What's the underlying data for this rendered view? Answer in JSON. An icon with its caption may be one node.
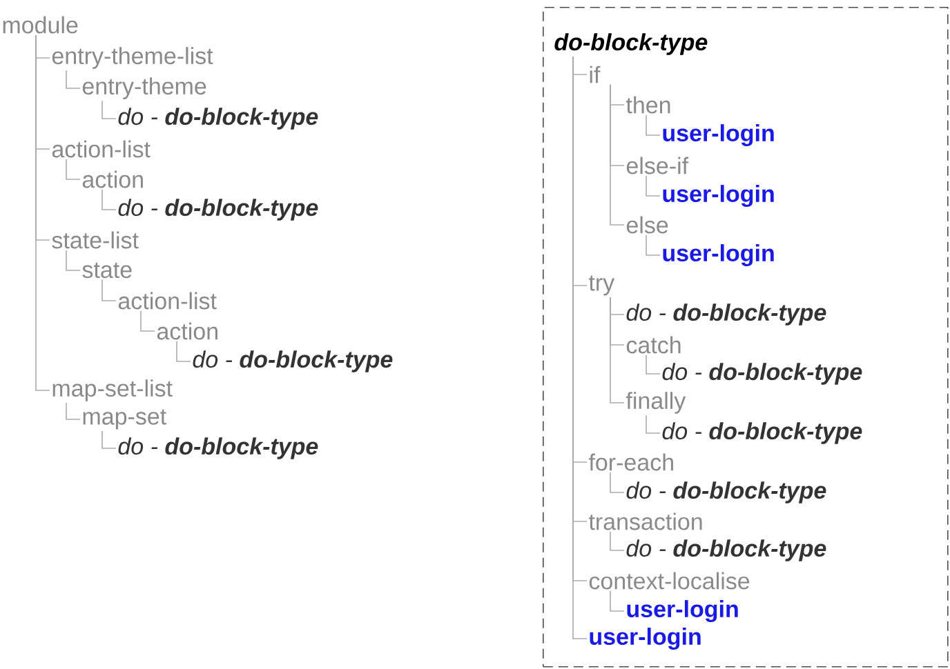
{
  "diagram": {
    "nodes": [
      {
        "text": [
          "module"
        ]
      },
      {
        "text": [
          "entry-theme-list"
        ]
      },
      {
        "text": [
          "entry-theme"
        ]
      },
      {
        "text": [
          "do - **do-block-type**"
        ]
      },
      {
        "text": [
          "action-list"
        ]
      },
      {
        "text": [
          "action"
        ]
      },
      {
        "text": [
          "do - **do-block-type**"
        ]
      },
      {
        "text": [
          "state-list"
        ]
      },
      {
        "text": [
          "state"
        ]
      },
      {
        "text": [
          "action-list"
        ]
      },
      {
        "text": [
          "action"
        ]
      },
      {
        "text": [
          "do - **do-block-type**"
        ]
      },
      {
        "text": [
          "map-set-list"
        ]
      },
      {
        "text": [
          "map-set"
        ]
      },
      {
        "text": [
          "do - **do-block-type**"
        ]
      },
      {
        "text": [],
        "shape": "box"
      },
      {
        "text": [
          "do-block-type"
        ],
        "in": 15
      },
      {
        "text": [
          "if"
        ],
        "in": 15
      },
      {
        "text": [
          "then"
        ],
        "in": 15
      },
      {
        "text": [
          "user-login"
        ],
        "in": 15
      },
      {
        "text": [
          "else-if"
        ],
        "in": 15
      },
      {
        "text": [
          "user-login"
        ],
        "in": 15
      },
      {
        "text": [
          "else"
        ],
        "in": 15
      },
      {
        "text": [
          "user-login"
        ],
        "in": 15
      },
      {
        "text": [
          "try"
        ],
        "in": 15
      },
      {
        "text": [
          "do - **do-block-type**"
        ],
        "in": 15
      },
      {
        "text": [
          "catch"
        ],
        "in": 15
      },
      {
        "text": [
          "do - **do-block-type**"
        ],
        "in": 15
      },
      {
        "text": [
          "finally"
        ],
        "in": 15
      },
      {
        "text": [
          "do - **do-block-type**"
        ],
        "in": 15
      },
      {
        "text": [
          "for-each"
        ],
        "in": 15
      },
      {
        "text": [
          "do - **do-block-type**"
        ],
        "in": 15
      },
      {
        "text": [
          "transaction"
        ],
        "in": 15
      },
      {
        "text": [
          "do - **do-block-type**"
        ],
        "in": 15
      },
      {
        "text": [
          "context-localise"
        ],
        "in": 15
      },
      {
        "text": [
          "user-login"
        ],
        "in": 15
      },
      {
        "text": [
          "user-login"
        ],
        "in": 15
      }
    ],
    "edges": [
      {
        "from": 0,
        "to": 1,
        "arrow": "none"
      },
      {
        "from": 1,
        "to": 2,
        "arrow": "none"
      },
      {
        "from": 2,
        "to": 3,
        "arrow": "none"
      },
      {
        "from": 0,
        "to": 4,
        "arrow": "none"
      },
      {
        "from": 4,
        "to": 5,
        "arrow": "none"
      },
      {
        "from": 5,
        "to": 6,
        "arrow": "none"
      },
      {
        "from": 0,
        "to": 7,
        "arrow": "none"
      },
      {
        "from": 7,
        "to": 8,
        "arrow": "none"
      },
      {
        "from": 8,
        "to": 9,
        "arrow": "none"
      },
      {
        "from": 9,
        "to": 10,
        "arrow": "none"
      },
      {
        "from": 10,
        "to": 11,
        "arrow": "none"
      },
      {
        "from": 0,
        "to": 12,
        "arrow": "none"
      },
      {
        "from": 12,
        "to": 13,
        "arrow": "none"
      },
      {
        "from": 13,
        "to": 14,
        "arrow": "none"
      },
      {
        "from": 16,
        "to": 17,
        "arrow": "none"
      },
      {
        "from": 17,
        "to": 18,
        "arrow": "none"
      },
      {
        "from": 18,
        "to": 19,
        "arrow": "none"
      },
      {
        "from": 17,
        "to": 20,
        "arrow": "none"
      },
      {
        "from": 20,
        "to": 21,
        "arrow": "none"
      },
      {
        "from": 17,
        "to": 22,
        "arrow": "none"
      },
      {
        "from": 22,
        "to": 23,
        "arrow": "none"
      },
      {
        "from": 16,
        "to": 24,
        "arrow": "none"
      },
      {
        "from": 24,
        "to": 25,
        "arrow": "none"
      },
      {
        "from": 24,
        "to": 26,
        "arrow": "none"
      },
      {
        "from": 26,
        "to": 27,
        "arrow": "none"
      },
      {
        "from": 24,
        "to": 28,
        "arrow": "none"
      },
      {
        "from": 28,
        "to": 29,
        "arrow": "none"
      },
      {
        "from": 16,
        "to": 30,
        "arrow": "none"
      },
      {
        "from": 30,
        "to": 31,
        "arrow": "none"
      },
      {
        "from": 16,
        "to": 32,
        "arrow": "none"
      },
      {
        "from": 32,
        "to": 33,
        "arrow": "none"
      },
      {
        "from": 16,
        "to": 34,
        "arrow": "none"
      },
      {
        "from": 34,
        "to": 35,
        "arrow": "none"
      },
      {
        "from": 16,
        "to": 36,
        "arrow": "none"
      }
    ]
  }
}
